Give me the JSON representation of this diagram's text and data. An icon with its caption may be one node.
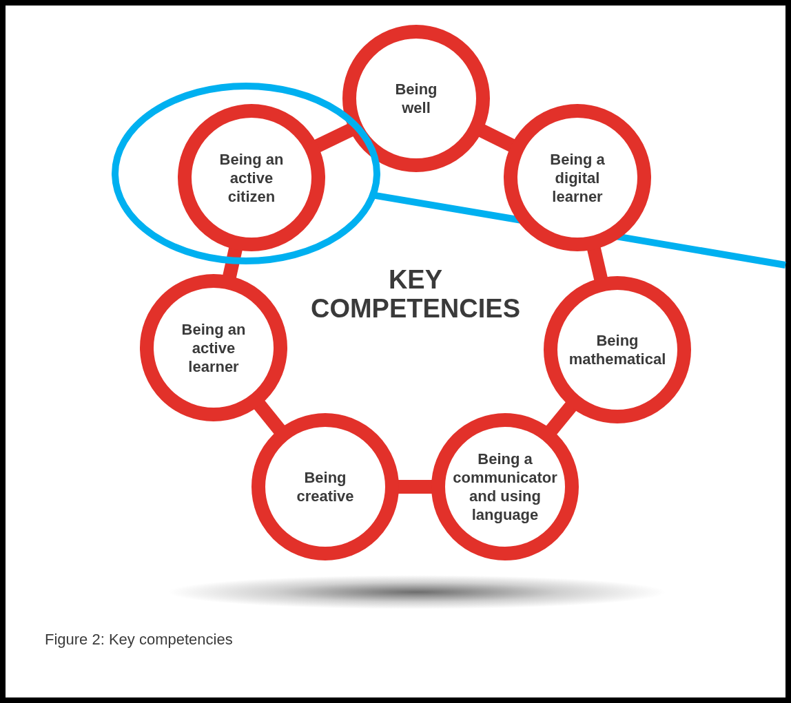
{
  "diagram": {
    "caption": "Figure 2: Key competencies",
    "nodes": [
      {
        "text": [],
        "shape": "ellipse"
      },
      {
        "text": [
          "Being well"
        ]
      },
      {
        "text": [
          "Being an active citizen"
        ],
        "in": 0
      },
      {
        "text": [
          "Being a digital learner"
        ]
      },
      {
        "text": [
          "Being an active learner"
        ]
      },
      {
        "text": [
          "Being mathematical"
        ]
      },
      {
        "text": [
          "Being a communicator and using language"
        ]
      },
      {
        "text": [
          "Being creative"
        ]
      }
    ],
    "edges": [
      {
        "from": 1,
        "to": 3,
        "arrow": "none"
      },
      {
        "from": 3,
        "to": 5,
        "arrow": "none"
      },
      {
        "from": 5,
        "to": 6,
        "arrow": "none"
      },
      {
        "from": 6,
        "to": 7,
        "arrow": "none"
      },
      {
        "from": 7,
        "to": 4,
        "arrow": "none"
      },
      {
        "from": 4,
        "to": 2,
        "arrow": "none"
      },
      {
        "from": 2,
        "to": 1,
        "arrow": "none"
      },
      {
        "from": 0,
        "to": null,
        "arrow": "none",
        "color": "#00b0f0"
      }
    ],
    "labels": [
      "KEY COMPETENCIES"
    ]
  }
}
